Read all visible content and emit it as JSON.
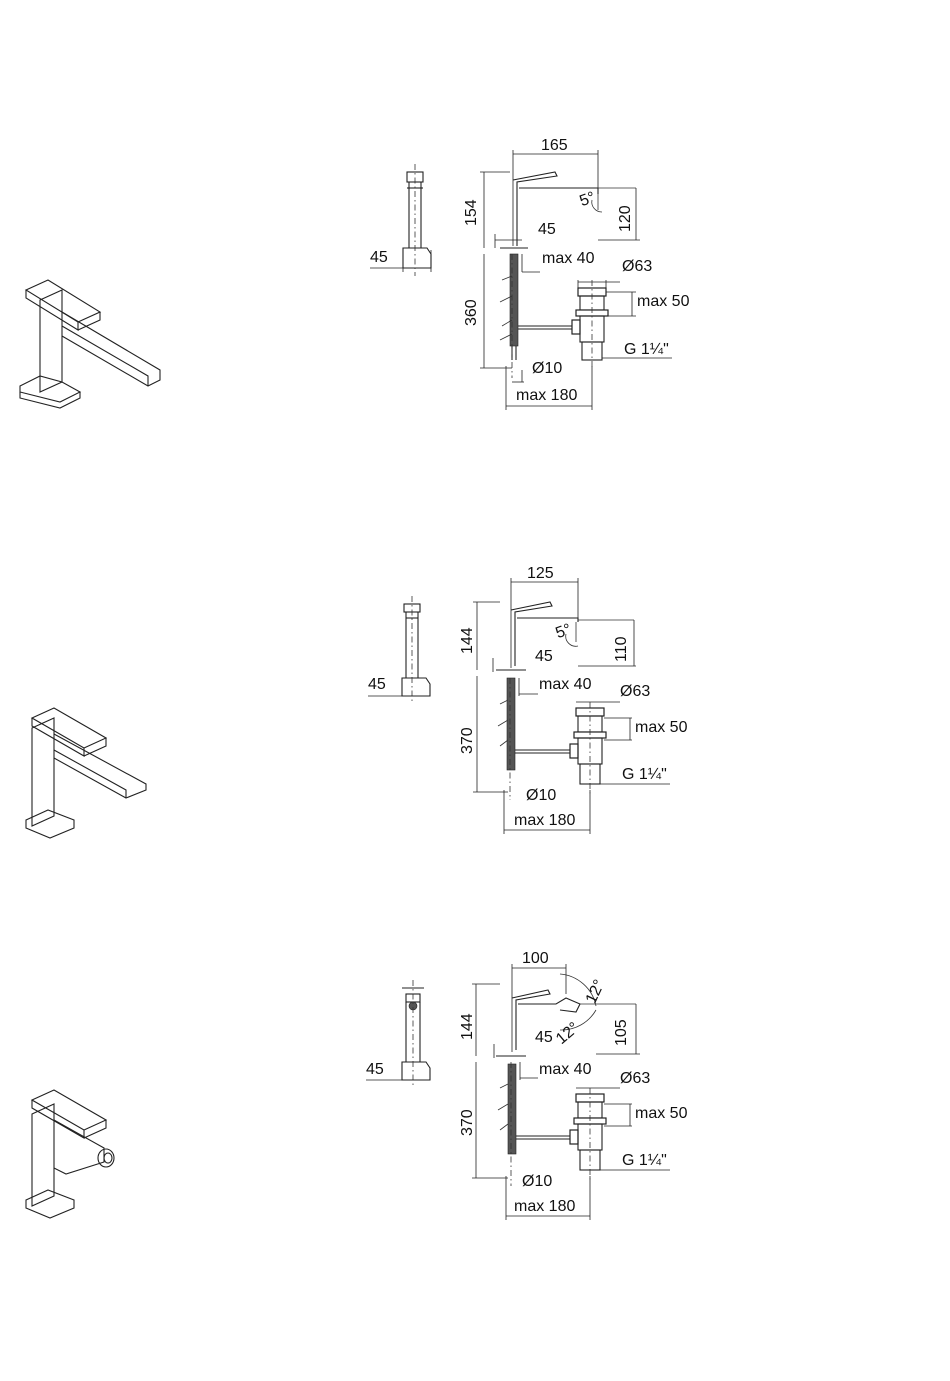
{
  "drawings": [
    {
      "dims": {
        "spout_reach": "165",
        "height_top": "154",
        "spout_height": "120",
        "spout_angle": "5°",
        "base_width": "45",
        "side_base": "45",
        "max_deck": "max 40",
        "waste_dia": "Ø63",
        "waste_max": "max 50",
        "thread": "G 1¼\"",
        "below_deck": "360",
        "hose_dia": "Ø10",
        "max_reach": "max 180"
      }
    },
    {
      "dims": {
        "spout_reach": "125",
        "height_top": "144",
        "spout_height": "110",
        "spout_angle": "5°",
        "base_width": "45",
        "side_base": "45",
        "max_deck": "max 40",
        "waste_dia": "Ø63",
        "waste_max": "max 50",
        "thread": "G 1¼\"",
        "below_deck": "370",
        "hose_dia": "Ø10",
        "max_reach": "max 180"
      }
    },
    {
      "dims": {
        "spout_reach": "100",
        "height_top": "144",
        "spout_height": "105",
        "spout_angle": "12°",
        "spout_angle_2": "12°",
        "base_width": "45",
        "side_base": "45",
        "max_deck": "max 40",
        "waste_dia": "Ø63",
        "waste_max": "max 50",
        "thread": "G 1¼\"",
        "below_deck": "370",
        "hose_dia": "Ø10",
        "max_reach": "max 180"
      }
    }
  ]
}
